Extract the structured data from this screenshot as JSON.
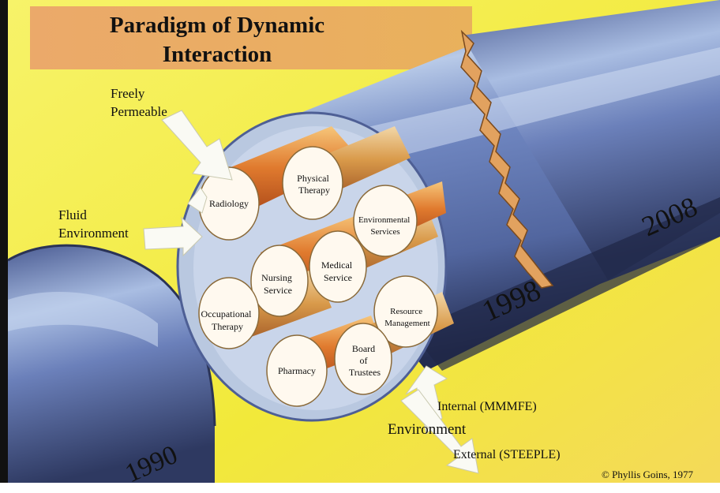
{
  "title_line1": "Paradigm of Dynamic",
  "title_line2": "Interaction",
  "labels": {
    "freely_1": "Freely",
    "freely_2": "Permeable",
    "fluid_1": "Fluid",
    "fluid_2": "Environment",
    "internal": "Internal  (MMMFE)",
    "environment": "Environment",
    "external": "External (STEEPLE)",
    "copyright": "© Phyllis Goins, 1977"
  },
  "years": {
    "y1990": "1990",
    "y1998": "1998",
    "y2008": "2008"
  },
  "departments": [
    {
      "lines": [
        "Radiology"
      ]
    },
    {
      "lines": [
        "Physical",
        "Therapy"
      ]
    },
    {
      "lines": [
        "Environmental",
        "Services"
      ]
    },
    {
      "lines": [
        "Nursing",
        "Service"
      ]
    },
    {
      "lines": [
        "Medical",
        "Service"
      ]
    },
    {
      "lines": [
        "Occupational",
        "Therapy"
      ]
    },
    {
      "lines": [
        "Resource",
        "Management"
      ]
    },
    {
      "lines": [
        "Pharmacy"
      ]
    },
    {
      "lines": [
        "Board",
        "of",
        "Trustees"
      ]
    }
  ],
  "colors": {
    "background": "#f3ee44",
    "title_band": "#e6a25a",
    "tube_blue": "#5f74ad",
    "tube_light": "#9fb6dd",
    "rod_orange": "#e58a3a",
    "rod_cream": "#fff9ef"
  }
}
